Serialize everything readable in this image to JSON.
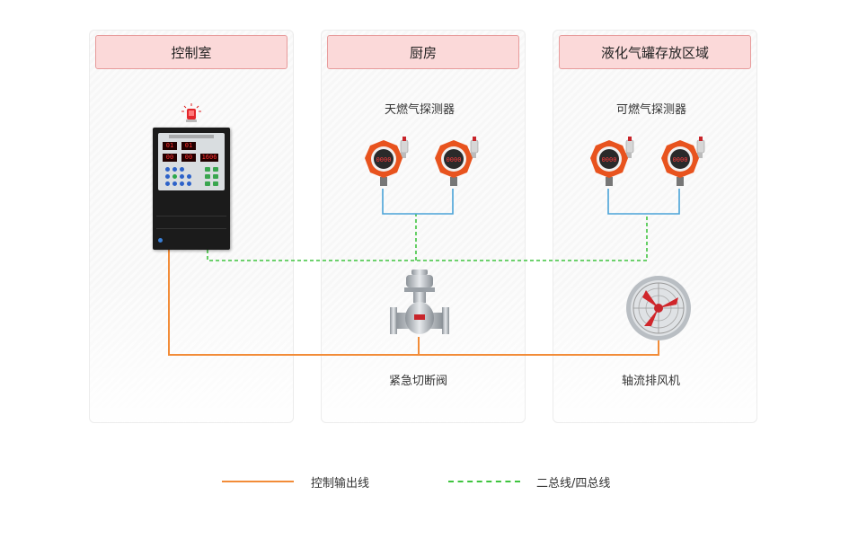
{
  "zones": [
    {
      "title": "控制室"
    },
    {
      "title": "厨房",
      "detector_caption": "天燃气探测器",
      "device_caption": "紧急切断阀"
    },
    {
      "title": "液化气罐存放区域",
      "detector_caption": "可燃气探测器",
      "device_caption": "轴流排风机"
    }
  ],
  "detector_display": "0000",
  "controller": {
    "readouts": [
      "01",
      "01",
      "00",
      "00",
      "1606"
    ]
  },
  "legend": [
    {
      "label": "控制输出线",
      "style": "solid",
      "color": "#f28c38"
    },
    {
      "label": "二总线/四总线",
      "style": "dashed",
      "color": "#3fc43f"
    }
  ],
  "colors": {
    "header_fill": "#fbd9d9",
    "header_border": "#e79b9b",
    "control_line": "#f28c38",
    "bus_line": "#3fc43f",
    "detector_link": "#4aa3d8",
    "detector_body": "#e8531e"
  }
}
